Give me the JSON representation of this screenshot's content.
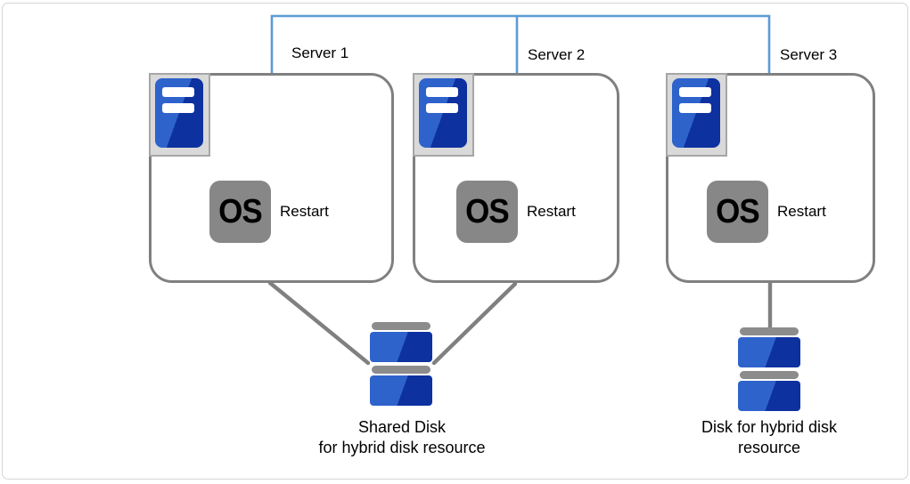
{
  "colors": {
    "network_blue": "#5B9BD5",
    "line_gray": "#808080",
    "icon_blue_light": "#2E63CC",
    "icon_blue_dark": "#0E31A0",
    "icon_frame_fill": "#D9D9D9",
    "icon_frame_border": "#A6A6A6",
    "os_gray": "#878787",
    "disk_cap_gray": "#8C8C8C",
    "text_black": "#000000",
    "outer_border": "#D6D6D6"
  },
  "servers": [
    {
      "name": "Server 1",
      "os": "OS",
      "action": "Restart"
    },
    {
      "name": "Server 2",
      "os": "OS",
      "action": "Restart"
    },
    {
      "name": "Server 3",
      "os": "OS",
      "action": "Restart"
    }
  ],
  "disks": [
    {
      "line1": "Shared Disk",
      "line2": "for hybrid disk resource"
    },
    {
      "line1": "Disk for hybrid disk",
      "line2": "resource"
    }
  ]
}
